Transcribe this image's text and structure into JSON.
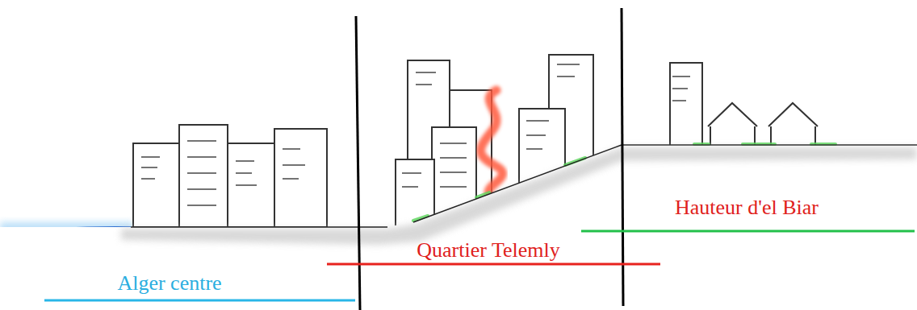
{
  "diagram": {
    "labels": [
      "Alger centre",
      "Quartier Telemly",
      "Hauteur d'el Biar"
    ]
  }
}
